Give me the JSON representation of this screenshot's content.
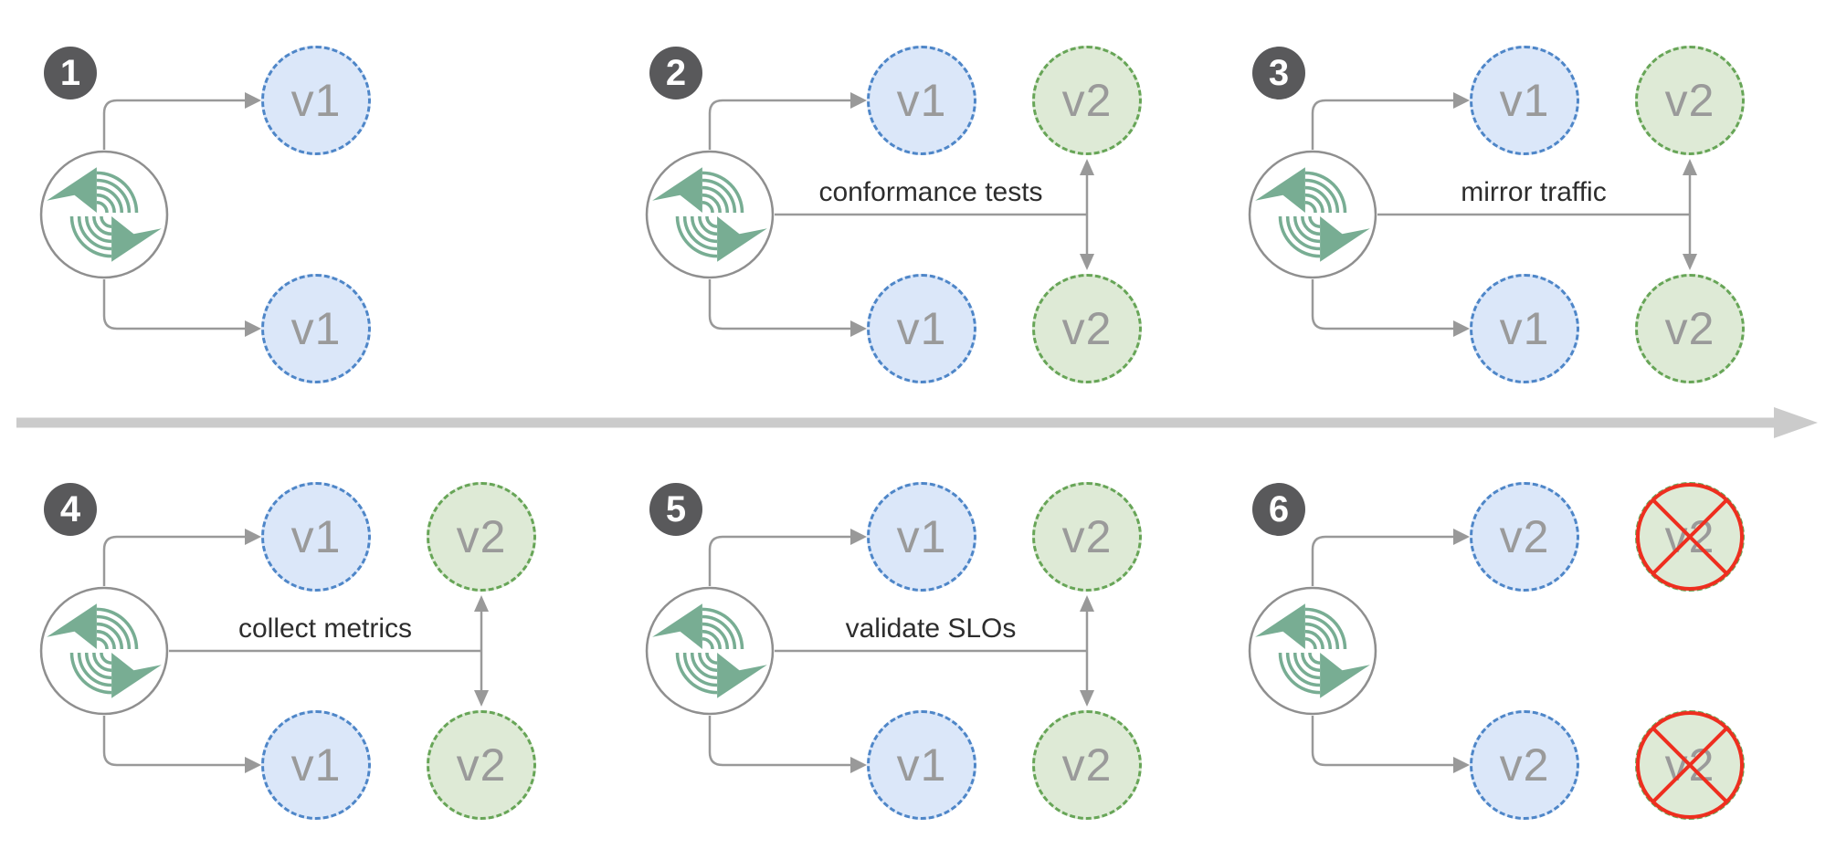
{
  "colors": {
    "canvas_bg": "#ffffff",
    "blue_node_fill": "#dbe7f9",
    "blue_node_border": "#4e86c8",
    "green_node_fill": "#deead6",
    "green_node_border": "#67a557",
    "node_text": "#9a9a9a",
    "connector_gray": "#999999",
    "label_text": "#2d2d2d",
    "badge_bg": "#59595b",
    "badge_text": "#ffffff",
    "divider_gray": "#cbcbcb",
    "logo_green": "#78ad93",
    "logo_ring": "#8f8f8f",
    "cross_red": "#ee2e1f"
  },
  "icons": {
    "logo": "service-mesh-logo",
    "divider": "timeline-right-arrow",
    "cross": "cancel-cross"
  },
  "panels": [
    {
      "badge": "1",
      "label": "",
      "nodes": {
        "top_primary": "v1",
        "bottom_primary": "v1"
      }
    },
    {
      "badge": "2",
      "label": "conformance tests",
      "nodes": {
        "top_primary": "v1",
        "bottom_primary": "v1",
        "top_secondary": "v2",
        "bottom_secondary": "v2"
      }
    },
    {
      "badge": "3",
      "label": "mirror traffic",
      "nodes": {
        "top_primary": "v1",
        "bottom_primary": "v1",
        "top_secondary": "v2",
        "bottom_secondary": "v2"
      }
    },
    {
      "badge": "4",
      "label": "collect metrics",
      "nodes": {
        "top_primary": "v1",
        "bottom_primary": "v1",
        "top_secondary": "v2",
        "bottom_secondary": "v2"
      }
    },
    {
      "badge": "5",
      "label": "validate SLOs",
      "nodes": {
        "top_primary": "v1",
        "bottom_primary": "v1",
        "top_secondary": "v2",
        "bottom_secondary": "v2"
      }
    },
    {
      "badge": "6",
      "label": "",
      "secondary_state": "terminated",
      "nodes": {
        "top_primary": "v2",
        "bottom_primary": "v2",
        "top_secondary": "v2",
        "bottom_secondary": "v2"
      }
    }
  ]
}
